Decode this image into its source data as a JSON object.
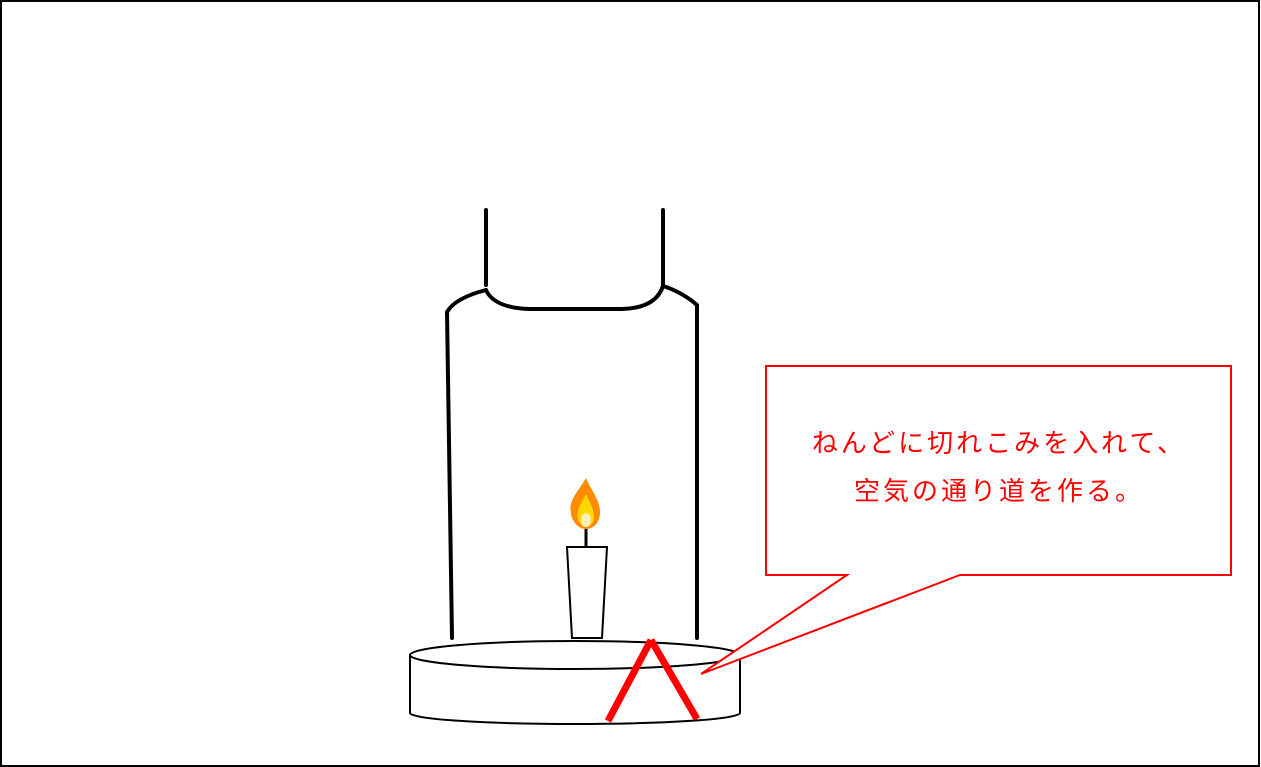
{
  "callout": {
    "line1": "ねんどに切れこみを入れて、",
    "line2": "空気の通り道を作る。"
  },
  "colors": {
    "frame": "#000000",
    "outline": "#000000",
    "callout": "#ff0000",
    "cut": "#ff0000",
    "flame_outer": "#ff8c00",
    "flame_inner": "#ffd700"
  },
  "figure": {
    "jar": "bottle-shaped glass jar with open neck",
    "candle": "lit candle",
    "base": "clay base",
    "cut": "V-shaped cut in clay"
  }
}
